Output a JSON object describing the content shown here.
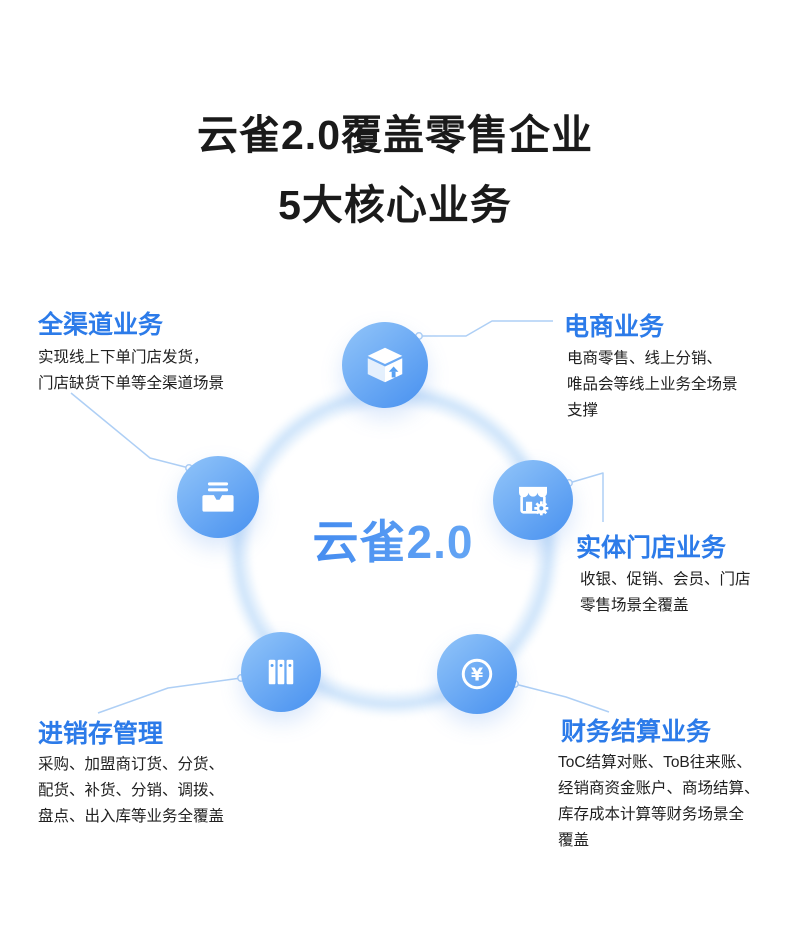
{
  "title": {
    "line1": "云雀2.0覆盖零售企业",
    "line2": "5大核心业务"
  },
  "center": {
    "label": "云雀2.0"
  },
  "sections": {
    "omni": {
      "title": "全渠道业务",
      "desc": "实现线上下单门店发货，\n门店缺货下单等全渠道场景",
      "icon": "inbox-icon"
    },
    "ecommerce": {
      "title": "电商业务",
      "desc": "电商零售、线上分销、\n唯品会等线上业务全场景\n支撑",
      "icon": "package-icon"
    },
    "store": {
      "title": "实体门店业务",
      "desc": "收银、促销、会员、门店\n零售场景全覆盖",
      "icon": "storefront-icon"
    },
    "inventory": {
      "title": "进销存管理",
      "desc": "采购、加盟商订货、分货、\n配货、补货、分销、调拨、\n盘点、出入库等业务全覆盖",
      "icon": "archive-icon"
    },
    "finance": {
      "title": "财务结算业务",
      "desc": "ToC结算对账、ToB往来账、\n经销商资金账户、商场结算、\n库存成本计算等财务场景全\n覆盖",
      "icon": "coin-icon"
    }
  },
  "colors": {
    "accent": "#2C7BE9",
    "heading": "#1A1A1A",
    "body_text": "#212121",
    "connector": "#AECFF5",
    "node_gradient_start": "#8BC0F8",
    "node_gradient_end": "#4B93F0",
    "center_text_gradient_start": "#3D86EF",
    "center_text_gradient_end": "#6FAEF6"
  }
}
